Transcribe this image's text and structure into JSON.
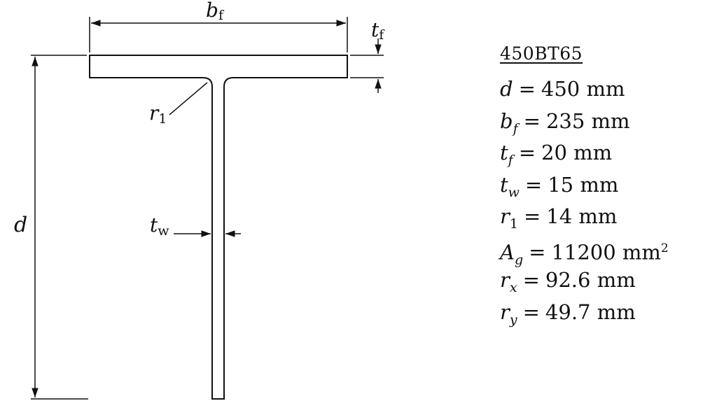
{
  "designation": "450BT65",
  "labels": {
    "bf": {
      "main": "b",
      "sub": "f"
    },
    "tf": {
      "main": "t",
      "sub": "f"
    },
    "r1": {
      "main": "r",
      "sub": "1"
    },
    "tw": {
      "main": "t",
      "sub": "w"
    },
    "d": {
      "main": "d"
    }
  },
  "properties": [
    {
      "symbol": "d",
      "sub": "",
      "value": "450",
      "unit": "mm",
      "sup": ""
    },
    {
      "symbol": "b",
      "sub": "f",
      "value": "235",
      "unit": "mm",
      "sup": ""
    },
    {
      "symbol": "t",
      "sub": "f",
      "value": "20",
      "unit": "mm",
      "sup": ""
    },
    {
      "symbol": "t",
      "sub": "w",
      "value": "15",
      "unit": "mm",
      "sup": ""
    },
    {
      "symbol": "r",
      "sub": "1",
      "value": "14",
      "unit": "mm",
      "sup": ""
    },
    {
      "symbol": "A",
      "sub": "g",
      "value": "11200",
      "unit": "mm",
      "sup": "2"
    },
    {
      "symbol": "r",
      "sub": "x",
      "value": "92.6",
      "unit": "mm",
      "sup": ""
    },
    {
      "symbol": "r",
      "sub": "y",
      "value": "49.7",
      "unit": "mm",
      "sup": ""
    }
  ]
}
